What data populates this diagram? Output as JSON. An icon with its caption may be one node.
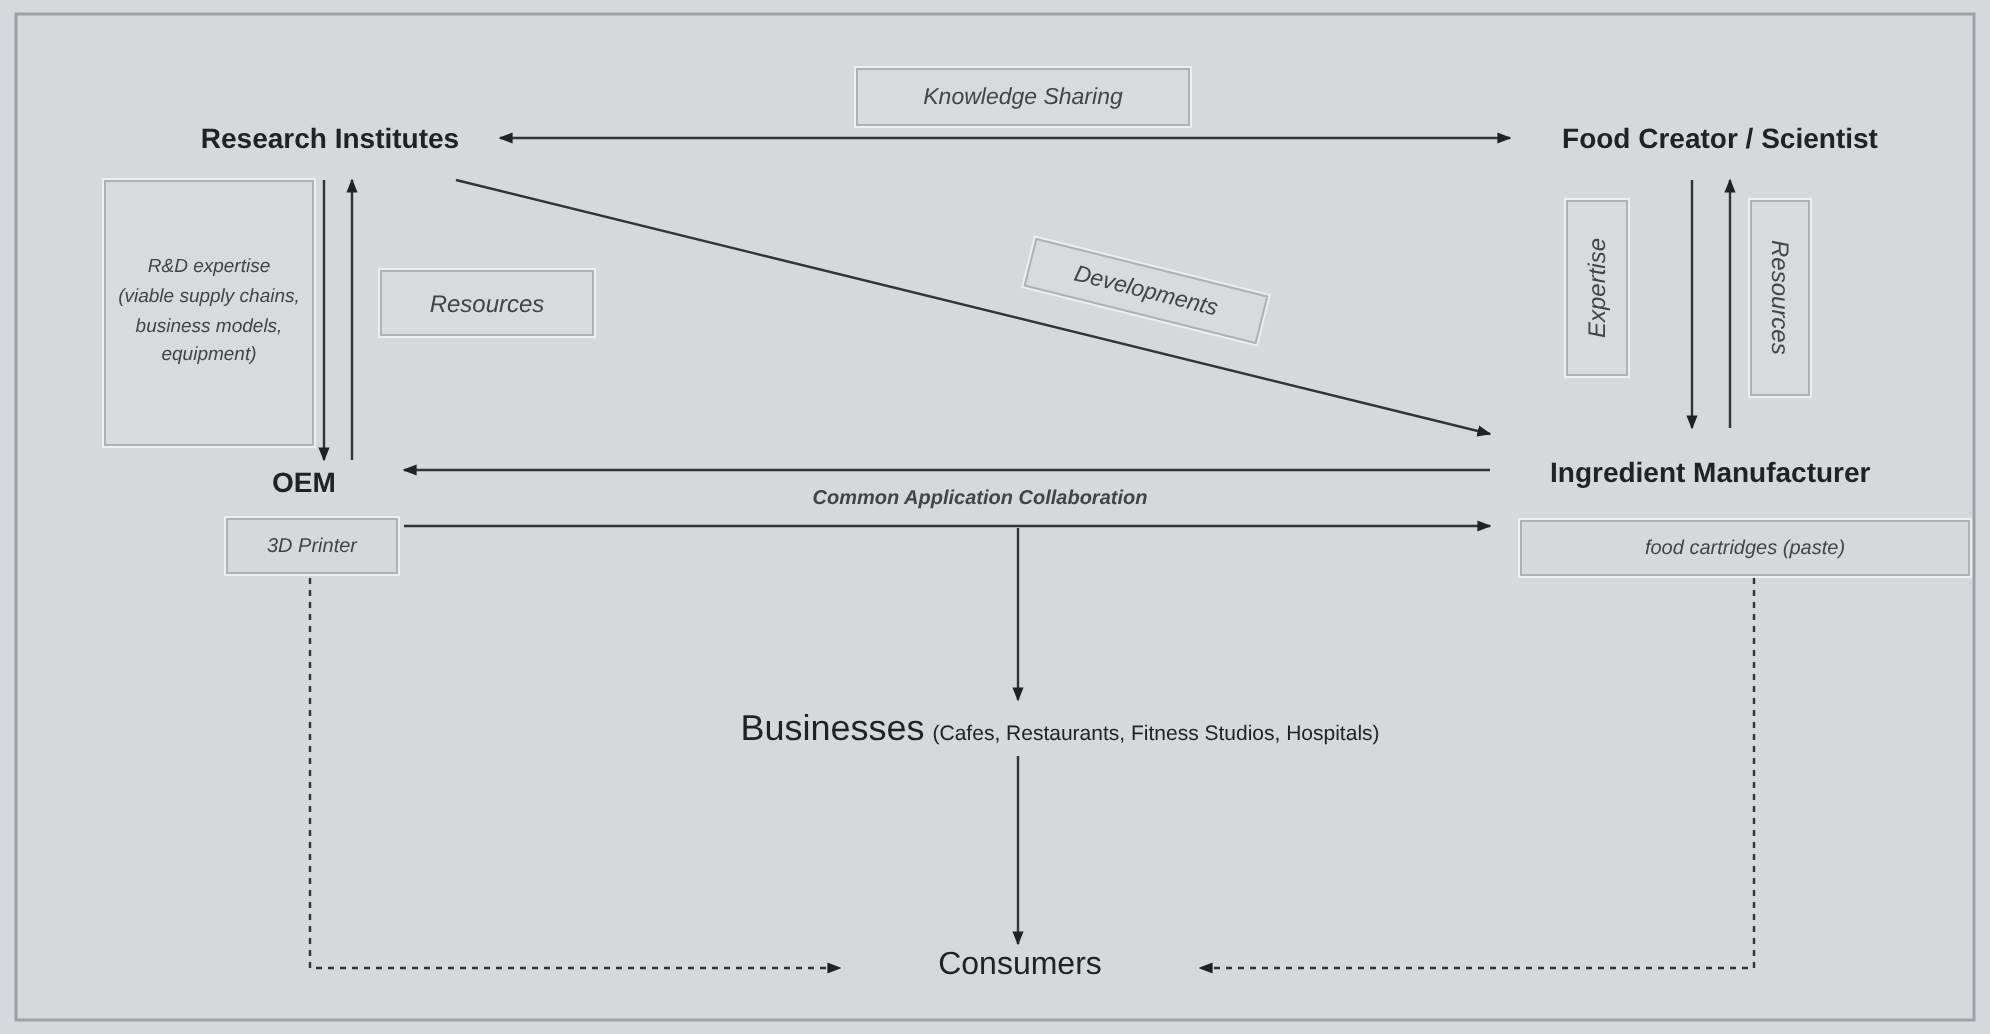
{
  "diagram": {
    "nodes": [
      {
        "text": [
          "Research Institutes"
        ]
      },
      {
        "text": [
          "Food Creator / Scientist"
        ]
      },
      {
        "text": [
          "OEM",
          "3D Printer"
        ]
      },
      {
        "text": [
          "Ingredient Manufacturer",
          "food cartridges (paste)"
        ]
      },
      {
        "text": [
          "Businesses",
          "(Cafes, Restaurants, Fitness Studios, Hospitals)"
        ]
      },
      {
        "text": [
          "Consumers"
        ]
      }
    ],
    "edges": [
      {
        "from": 0,
        "to": 1,
        "arrow": "both",
        "label": "Knowledge Sharing"
      },
      {
        "from": 0,
        "to": 3,
        "arrow": "to",
        "label": "Developments"
      },
      {
        "from": 0,
        "to": 2,
        "arrow": "to",
        "label": "R&D expertise (viable supply chains, business models, equipment)"
      },
      {
        "from": 2,
        "to": 0,
        "arrow": "to",
        "label": "Resources"
      },
      {
        "from": 1,
        "to": 3,
        "arrow": "to",
        "label": "Expertise"
      },
      {
        "from": 3,
        "to": 1,
        "arrow": "to",
        "label": "Resources"
      },
      {
        "from": 3,
        "to": 2,
        "arrow": "to"
      },
      {
        "from": 2,
        "to": 3,
        "arrow": "to",
        "label": "Common Application Collaboration"
      },
      {
        "from": null,
        "to": 4,
        "arrow": "to"
      },
      {
        "from": 4,
        "to": 5,
        "arrow": "to"
      },
      {
        "from": 2,
        "to": 5,
        "arrow": "to",
        "style": "dashed"
      },
      {
        "from": 3,
        "to": 5,
        "arrow": "to",
        "style": "dashed"
      }
    ]
  }
}
